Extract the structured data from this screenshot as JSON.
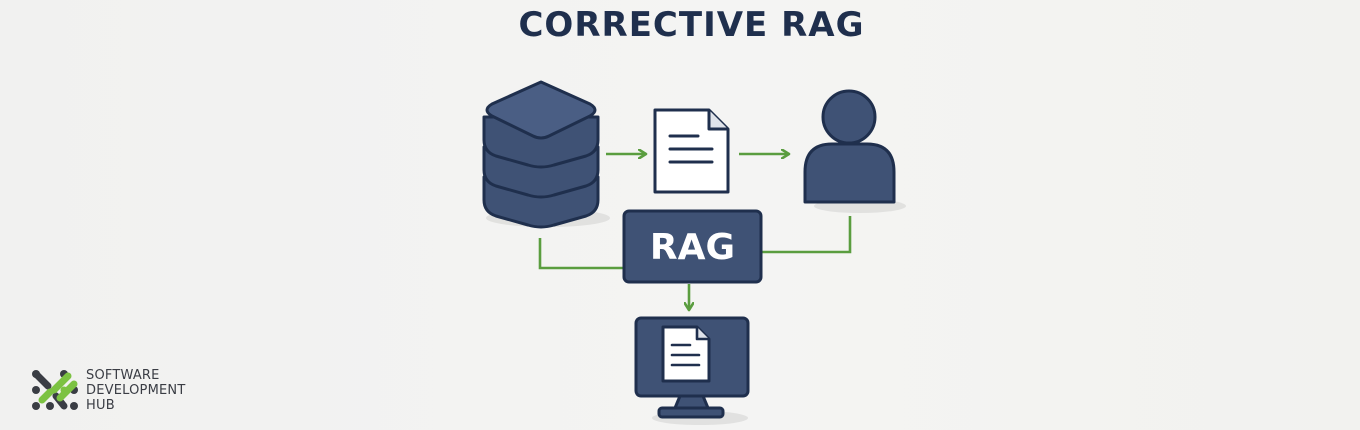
{
  "title": "CORRECTIVE RAG",
  "nodes": {
    "rag_label": "RAG"
  },
  "logo": {
    "line1": "SOFTWARE",
    "line2": "DEVELOPMENT",
    "line3": "HUB"
  },
  "colors": {
    "navy": "#3f5275",
    "outline": "#1f2f4d",
    "arrow": "#5a9d3f",
    "logo_green": "#7cc242",
    "logo_dark": "#3a3d44"
  },
  "icons": [
    "database-icon",
    "document-icon",
    "user-icon",
    "monitor-icon"
  ]
}
